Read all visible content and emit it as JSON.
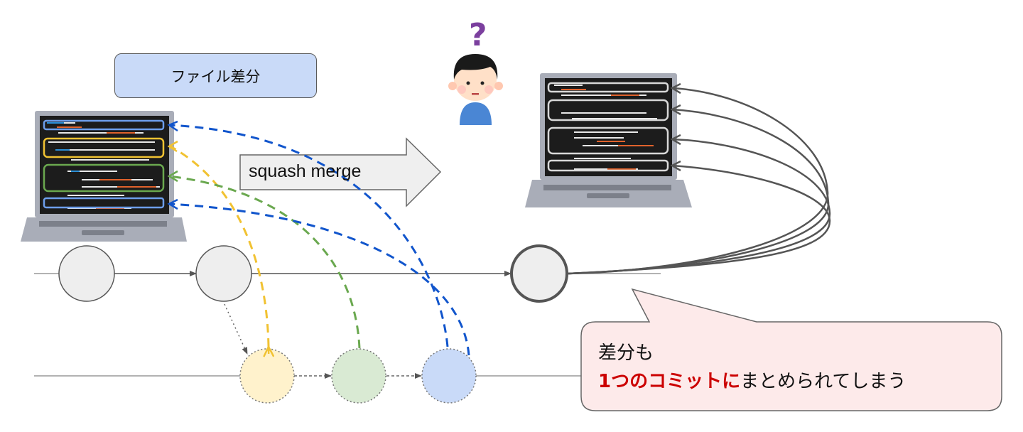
{
  "labels": {
    "file_diff": "ファイル差分",
    "squash_merge": "squash merge",
    "callout_line1": "差分も",
    "callout_line2_highlight": "1つのコミットに",
    "callout_line2_rest": "まとめられてしまう",
    "question_mark": "?"
  },
  "colors": {
    "file_diff_box": "#c9daf8",
    "commit_main": "#eeeeee",
    "commit_yellow": "#fff2cc",
    "commit_green": "#d9ead3",
    "commit_blue": "#c9daf8",
    "arrow_yellow": "#f1c232",
    "arrow_green": "#6aa84f",
    "arrow_blue": "#1155cc",
    "callout_fill": "#fdeaea",
    "highlight_red": "#cc0000",
    "question_purple": "#7b3f9e"
  },
  "diagram": {
    "main_branch_commits": [
      "commit-1",
      "commit-2",
      "squash-commit"
    ],
    "feature_branch_commits": [
      "feature-commit-yellow",
      "feature-commit-green",
      "feature-commit-blue"
    ],
    "left_laptop_highlights": [
      "blue",
      "yellow",
      "green",
      "blue"
    ],
    "right_laptop_highlights": 4
  }
}
